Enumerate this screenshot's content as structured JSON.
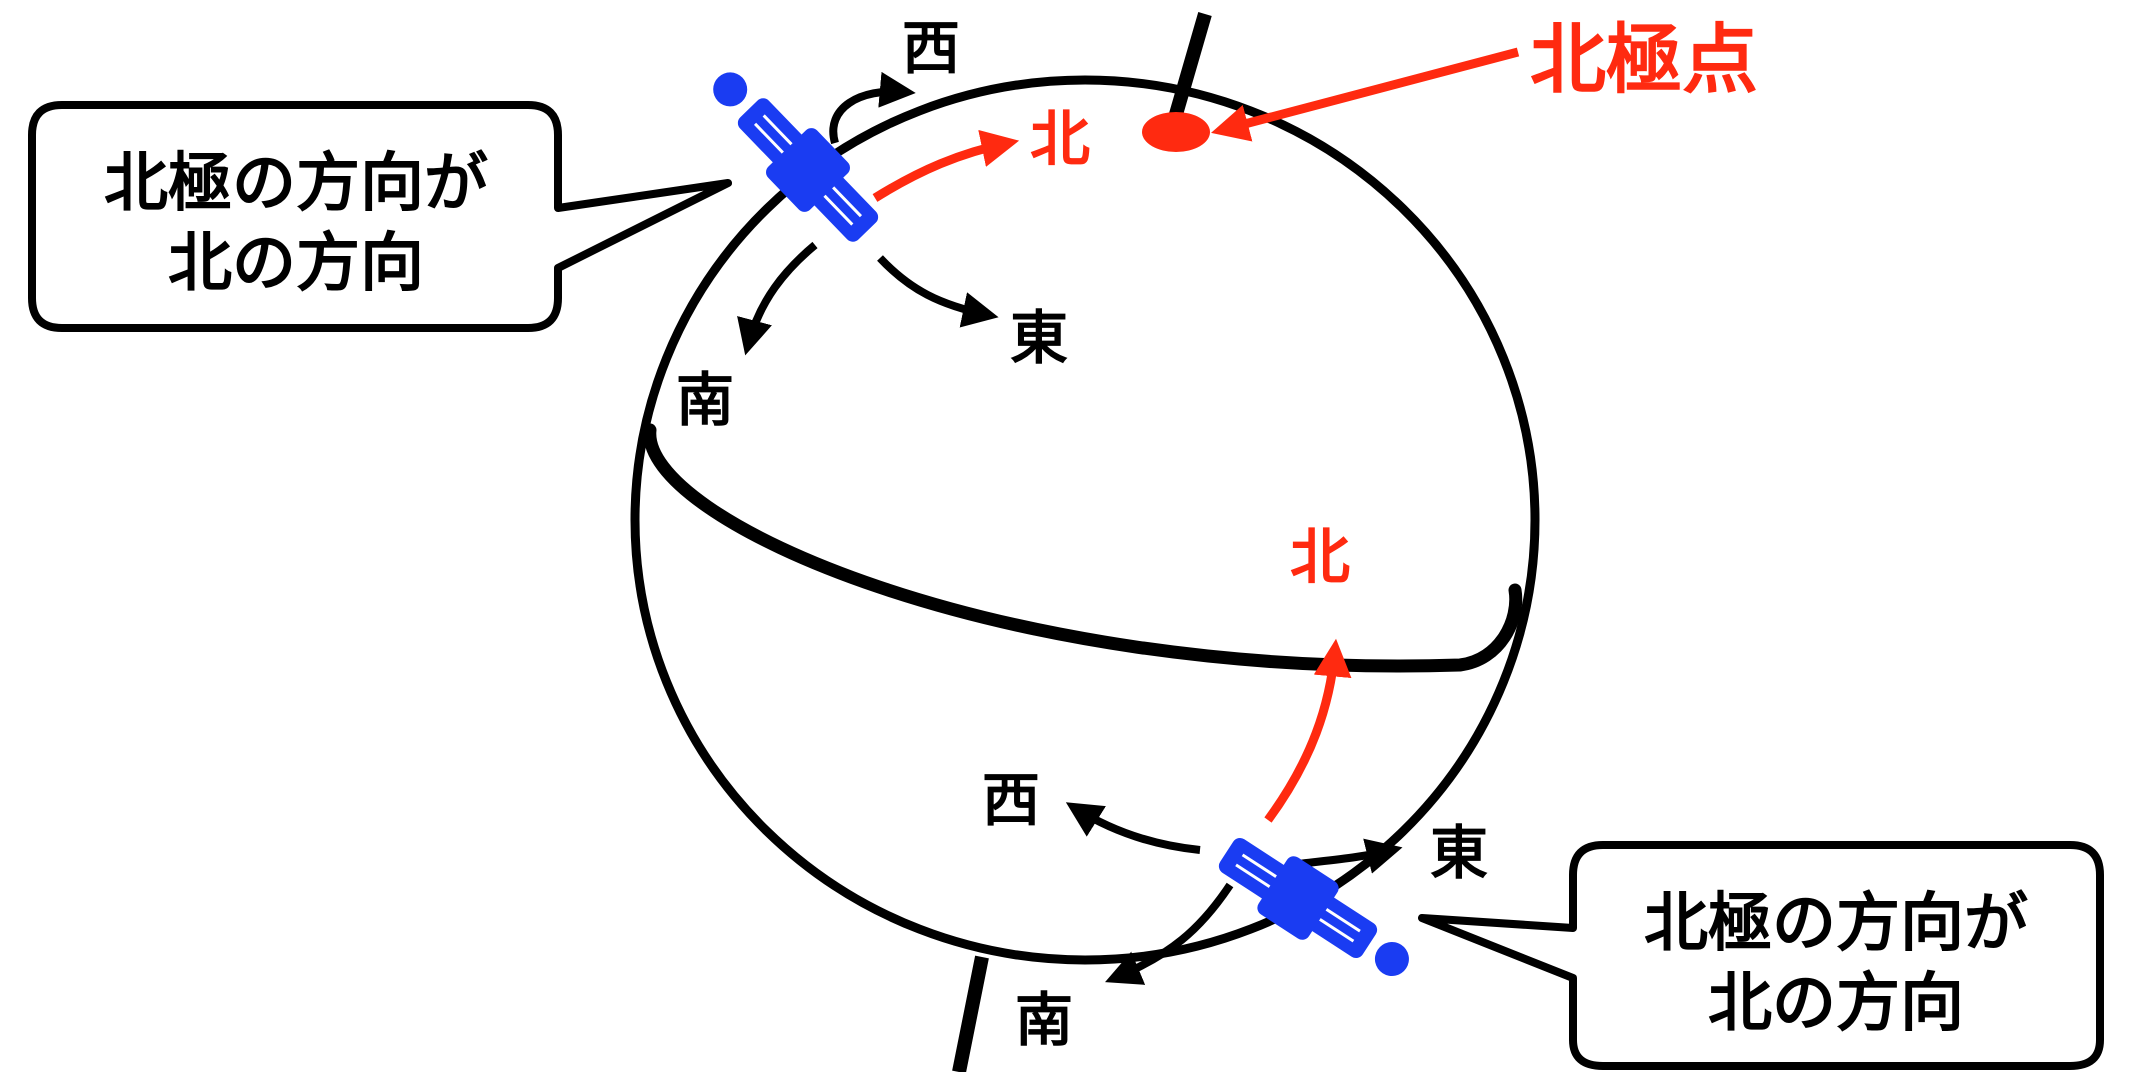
{
  "colors": {
    "red": "#ff2a10",
    "blue": "#1a3cf2",
    "black": "#000000",
    "background": "#ffffff"
  },
  "labels": {
    "north_pole": "北極点",
    "top": {
      "north": "北",
      "west": "西",
      "east": "東",
      "south": "南"
    },
    "bottom": {
      "north": "北",
      "west": "西",
      "east": "東",
      "south": "南"
    }
  },
  "callouts": {
    "top_left": {
      "line1": "北極の方向が",
      "line2": "北の方向"
    },
    "bottom_right": {
      "line1": "北極の方向が",
      "line2": "北の方向"
    }
  },
  "icons": [
    "person-icon-top",
    "person-icon-bottom"
  ]
}
